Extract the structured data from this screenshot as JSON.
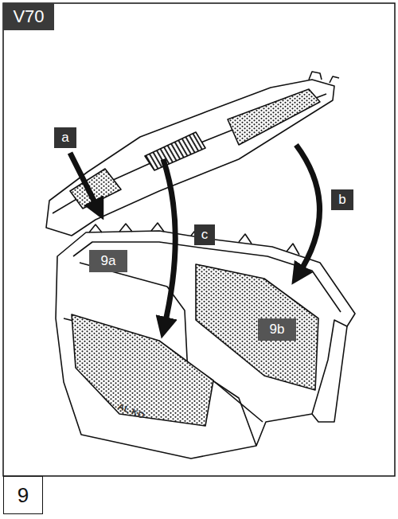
{
  "diagram": {
    "labels": [
      "V70",
      "a",
      "b",
      "c",
      "9a",
      "9b",
      "AL-KO",
      "9"
    ]
  }
}
